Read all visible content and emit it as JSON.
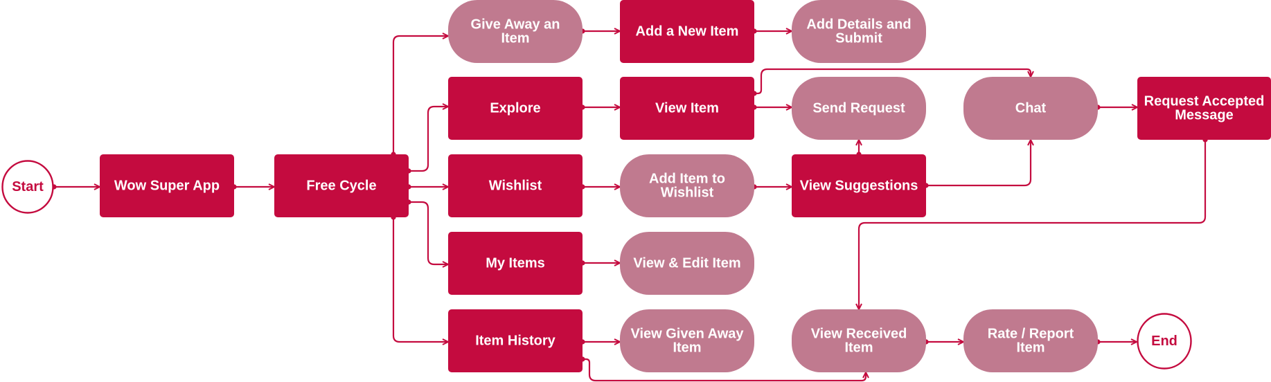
{
  "colors": {
    "primary": "#c40b3f",
    "secondary": "#c07a8f",
    "terminal_fill": "#ffffff",
    "text_light": "#ffffff"
  },
  "nodes": [
    {
      "id": "start",
      "kind": "terminal",
      "lines": [
        "Start"
      ]
    },
    {
      "id": "wow",
      "kind": "primary",
      "lines": [
        "Wow Super App"
      ]
    },
    {
      "id": "freecycle",
      "kind": "primary",
      "lines": [
        "Free Cycle"
      ]
    },
    {
      "id": "giveaway",
      "kind": "secondary",
      "lines": [
        "Give Away an",
        "Item"
      ]
    },
    {
      "id": "addnew",
      "kind": "primary",
      "lines": [
        "Add a New Item"
      ]
    },
    {
      "id": "adddetails",
      "kind": "secondary",
      "lines": [
        "Add Details and",
        "Submit"
      ]
    },
    {
      "id": "explore",
      "kind": "primary",
      "lines": [
        "Explore"
      ]
    },
    {
      "id": "viewitem",
      "kind": "primary",
      "lines": [
        "View Item"
      ]
    },
    {
      "id": "sendrequest",
      "kind": "secondary",
      "lines": [
        "Send Request"
      ]
    },
    {
      "id": "chat",
      "kind": "secondary",
      "lines": [
        "Chat"
      ]
    },
    {
      "id": "accepted",
      "kind": "primary",
      "lines": [
        "Request Accepted",
        "Message"
      ]
    },
    {
      "id": "wishlist",
      "kind": "primary",
      "lines": [
        "Wishlist"
      ]
    },
    {
      "id": "additemwishlist",
      "kind": "secondary",
      "lines": [
        "Add Item to",
        "Wishlist"
      ]
    },
    {
      "id": "suggestions",
      "kind": "primary",
      "lines": [
        "View Suggestions"
      ]
    },
    {
      "id": "myitems",
      "kind": "primary",
      "lines": [
        "My Items"
      ]
    },
    {
      "id": "viewedit",
      "kind": "secondary",
      "lines": [
        "View & Edit Item"
      ]
    },
    {
      "id": "history",
      "kind": "primary",
      "lines": [
        "Item History"
      ]
    },
    {
      "id": "givenaway",
      "kind": "secondary",
      "lines": [
        "View Given Away",
        "Item"
      ]
    },
    {
      "id": "received",
      "kind": "secondary",
      "lines": [
        "View Received",
        "Item"
      ]
    },
    {
      "id": "rate",
      "kind": "secondary",
      "lines": [
        "Rate / Report",
        "Item"
      ]
    },
    {
      "id": "end",
      "kind": "terminal",
      "lines": [
        "End"
      ]
    }
  ],
  "edges": [
    {
      "from": "start",
      "to": "wow"
    },
    {
      "from": "wow",
      "to": "freecycle"
    },
    {
      "from": "freecycle",
      "to": "giveaway"
    },
    {
      "from": "freecycle",
      "to": "explore"
    },
    {
      "from": "freecycle",
      "to": "wishlist"
    },
    {
      "from": "freecycle",
      "to": "myitems"
    },
    {
      "from": "freecycle",
      "to": "history"
    },
    {
      "from": "giveaway",
      "to": "addnew"
    },
    {
      "from": "addnew",
      "to": "adddetails"
    },
    {
      "from": "explore",
      "to": "viewitem"
    },
    {
      "from": "viewitem",
      "to": "sendrequest"
    },
    {
      "from": "viewitem",
      "to": "chat"
    },
    {
      "from": "chat",
      "to": "accepted"
    },
    {
      "from": "wishlist",
      "to": "additemwishlist"
    },
    {
      "from": "additemwishlist",
      "to": "suggestions"
    },
    {
      "from": "suggestions",
      "to": "sendrequest"
    },
    {
      "from": "suggestions",
      "to": "chat"
    },
    {
      "from": "myitems",
      "to": "viewedit"
    },
    {
      "from": "history",
      "to": "givenaway"
    },
    {
      "from": "history",
      "to": "received"
    },
    {
      "from": "accepted",
      "to": "received"
    },
    {
      "from": "received",
      "to": "rate"
    },
    {
      "from": "rate",
      "to": "end"
    }
  ]
}
